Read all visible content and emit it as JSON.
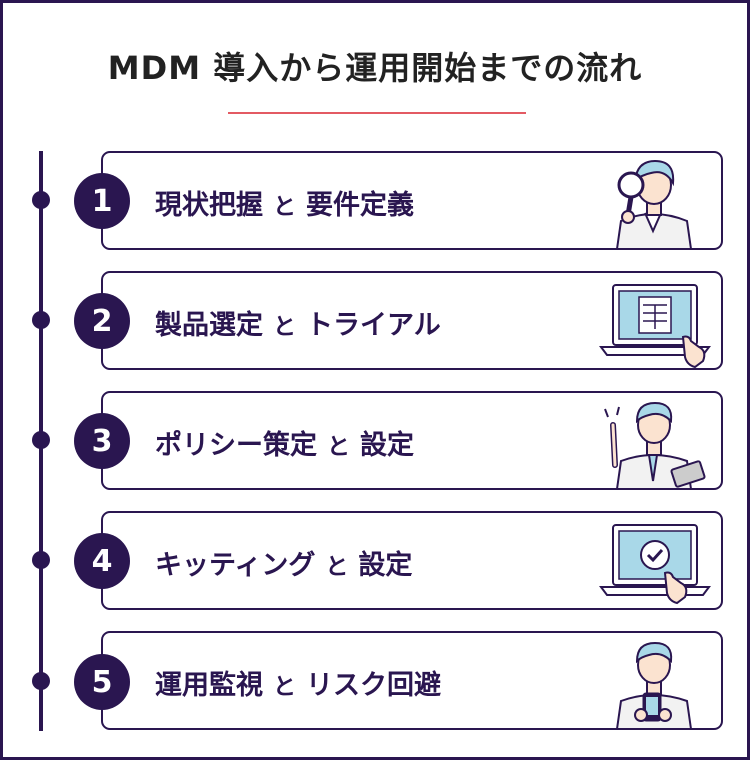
{
  "title": "MDM 導入から運用開始までの流れ",
  "steps": [
    {
      "number": "1",
      "left": "現状把握",
      "conn": "と",
      "right": "要件定義",
      "icon": "person-magnifier-icon"
    },
    {
      "number": "2",
      "left": "製品選定",
      "conn": "と",
      "right": "トライアル",
      "icon": "laptop-document-icon"
    },
    {
      "number": "3",
      "left": "ポリシー策定",
      "conn": "と",
      "right": "設定",
      "icon": "person-pointing-icon"
    },
    {
      "number": "4",
      "left": "キッティング",
      "conn": "と",
      "right": "設定",
      "icon": "laptop-check-icon"
    },
    {
      "number": "5",
      "left": "運用監視",
      "conn": "と",
      "right": "リスク回避",
      "icon": "person-smartphone-icon"
    }
  ],
  "colors": {
    "navy": "#2a1650",
    "accent": "#e35a63",
    "skin": "#fbe3d0",
    "hair": "#a9d8e8"
  }
}
